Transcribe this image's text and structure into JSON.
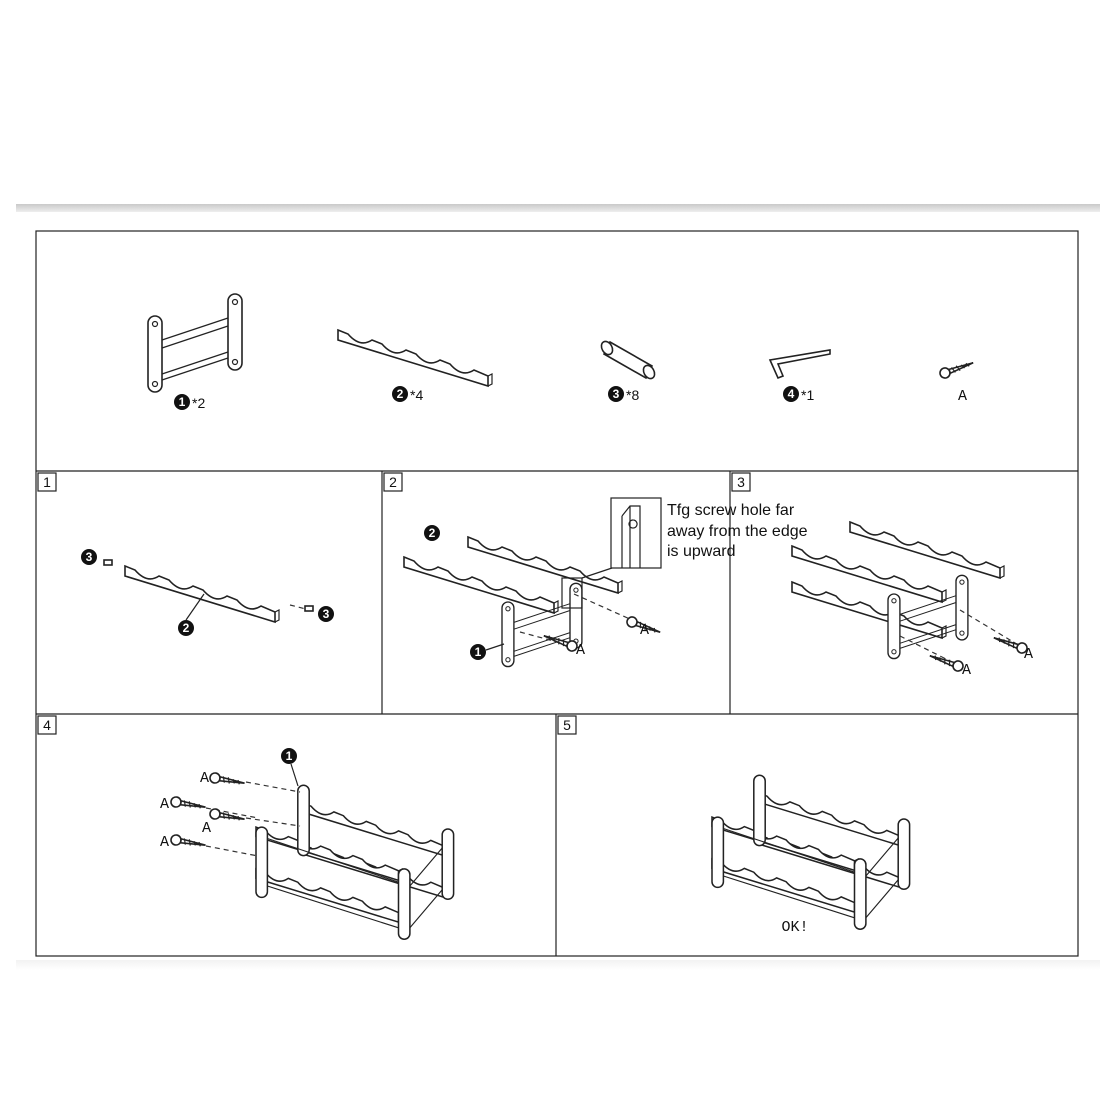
{
  "parts": [
    {
      "id": "1",
      "qty": "*2"
    },
    {
      "id": "2",
      "qty": "*4"
    },
    {
      "id": "3",
      "qty": "*8"
    },
    {
      "id": "4",
      "qty": "*1"
    },
    {
      "id": "",
      "qty": "A"
    }
  ],
  "steps": [
    {
      "number": "1"
    },
    {
      "number": "2",
      "note_lines": [
        "Tfg  screw  hole far",
        "away from the edge",
        "is upward"
      ]
    },
    {
      "number": "3"
    },
    {
      "number": "4"
    },
    {
      "number": "5",
      "caption": "OK!"
    }
  ],
  "callouts": {
    "part1": "1",
    "part2": "2",
    "part3": "3",
    "screw": "A"
  }
}
